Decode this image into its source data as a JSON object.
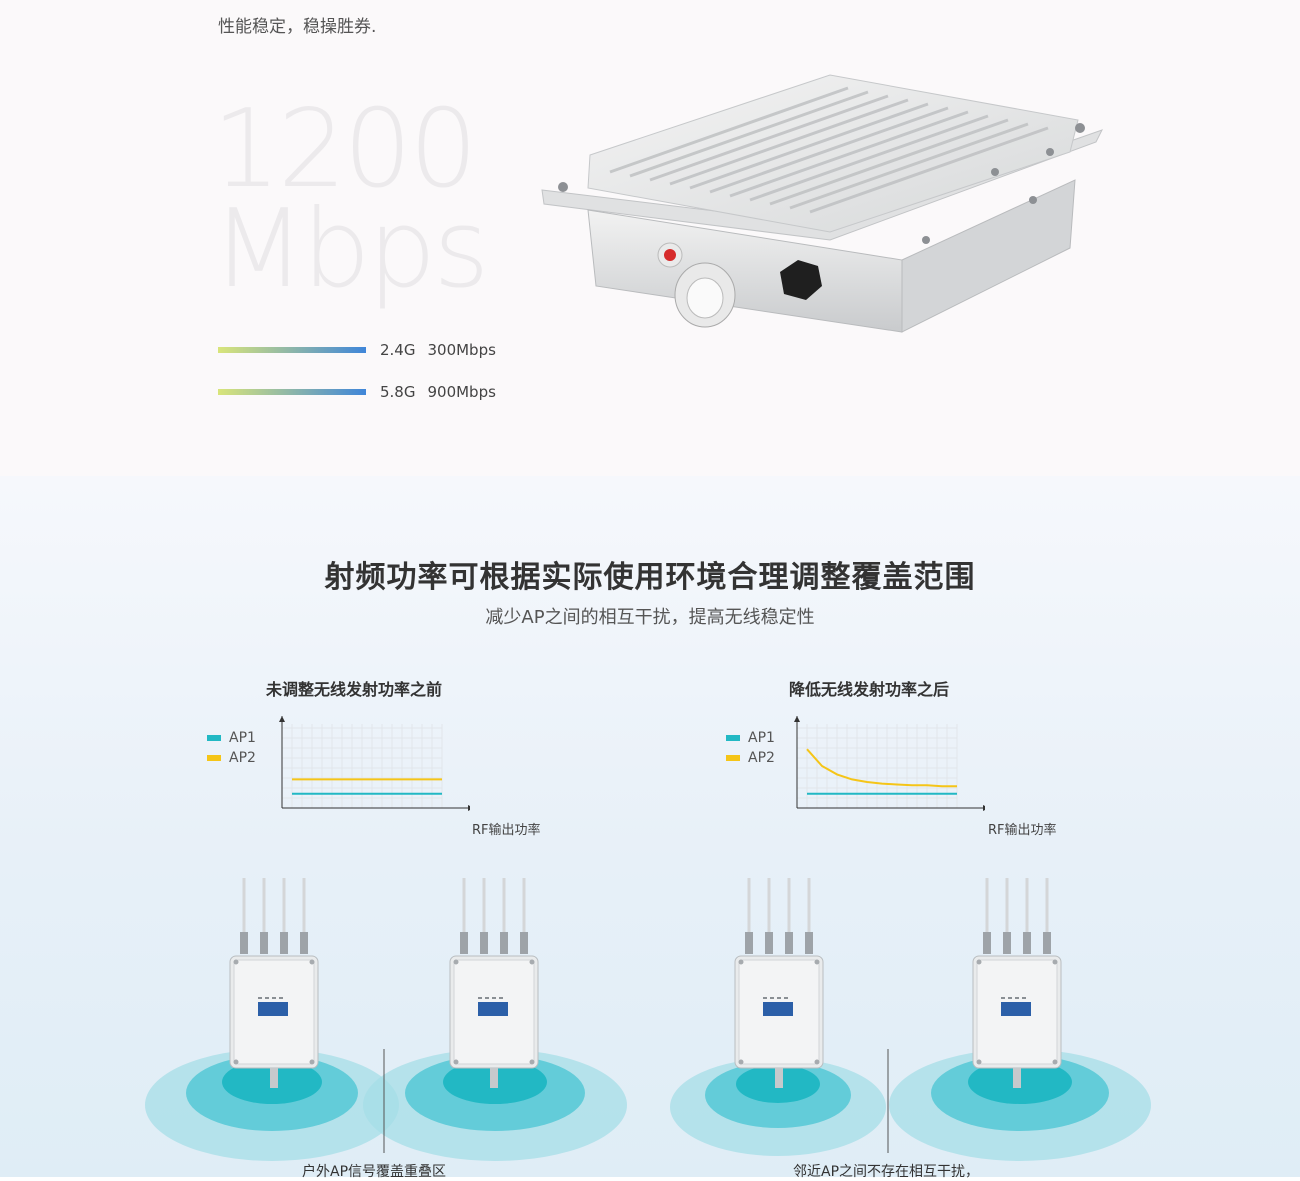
{
  "top_section": {
    "intro_text": "性能稳定，稳操胜券.",
    "headline_number": "1200",
    "headline_unit": "Mbps",
    "bands": [
      {
        "band": "2.4G",
        "speed": "300Mbps"
      },
      {
        "band": "5.8G",
        "speed": "900Mbps"
      }
    ]
  },
  "power_section": {
    "title": "射频功率可根据实际使用环境合理调整覆盖范围",
    "subtitle": "减少AP之间的相互干扰，提高无线稳定性",
    "charts": [
      {
        "title": "未调整无线发射功率之前",
        "legend": [
          "AP1",
          "AP2"
        ],
        "x_axis_label": "RF输出功率"
      },
      {
        "title": "降低无线发射功率之后",
        "legend": [
          "AP1",
          "AP2"
        ],
        "x_axis_label": "RF输出功率"
      }
    ],
    "captions": {
      "left": "户外AP信号覆盖重叠区",
      "right": "邻近AP之间不存在相互干扰，"
    }
  },
  "chart_data": [
    {
      "type": "line",
      "title": "未调整无线发射功率之前",
      "xlabel": "RF输出功率",
      "ylabel": "",
      "grid": true,
      "legend_placement": "top-left",
      "x": [
        0,
        0.25,
        0.5,
        0.75,
        1
      ],
      "ylim": [
        0,
        1
      ],
      "series": [
        {
          "name": "AP1",
          "color": "#22b8c4",
          "values": [
            0.17,
            0.17,
            0.17,
            0.17,
            0.17
          ]
        },
        {
          "name": "AP2",
          "color": "#f5c518",
          "values": [
            0.34,
            0.34,
            0.34,
            0.34,
            0.34
          ]
        }
      ]
    },
    {
      "type": "line",
      "title": "降低无线发射功率之后",
      "xlabel": "RF输出功率",
      "ylabel": "",
      "grid": true,
      "legend_placement": "top-left",
      "x": [
        0,
        0.1,
        0.2,
        0.3,
        0.4,
        0.5,
        0.6,
        0.7,
        0.8,
        0.9,
        1
      ],
      "ylim": [
        0,
        1
      ],
      "series": [
        {
          "name": "AP1",
          "color": "#22b8c4",
          "values": [
            0.17,
            0.17,
            0.17,
            0.17,
            0.17,
            0.17,
            0.17,
            0.17,
            0.17,
            0.17,
            0.17
          ]
        },
        {
          "name": "AP2",
          "color": "#f5c518",
          "values": [
            0.7,
            0.5,
            0.4,
            0.34,
            0.31,
            0.29,
            0.28,
            0.27,
            0.27,
            0.26,
            0.26
          ]
        }
      ]
    }
  ],
  "colors": {
    "accent_teal": "#22b8c4",
    "accent_yellow": "#f5c518",
    "bar_gradient_start": "#d9e57a",
    "bar_gradient_end": "#3f86d9"
  }
}
